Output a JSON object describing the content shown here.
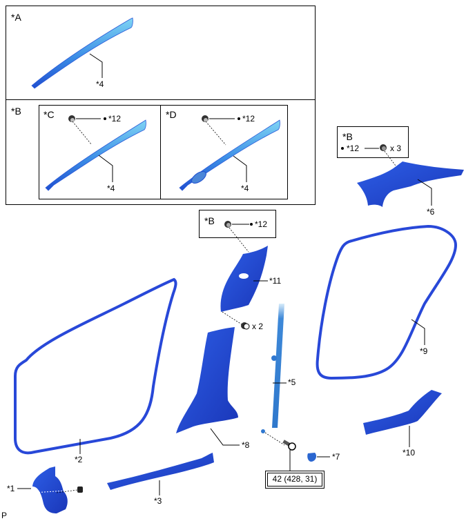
{
  "colors": {
    "part_dark": "#1f3fc8",
    "part_mid": "#2a5ae0",
    "part_light": "#6cc8f0",
    "line": "#000000"
  },
  "top_panel": {
    "section_a": {
      "label": "*A",
      "part_label": "*4"
    },
    "section_b": {
      "label": "*B",
      "sub_c": {
        "label": "*C",
        "clip_label": "*12",
        "part_label": "*4"
      },
      "sub_d": {
        "label": "*D",
        "clip_label": "*12",
        "part_label": "*4"
      }
    }
  },
  "callouts": {
    "part_6_box": {
      "label": "*B",
      "clip_label": "*12",
      "qty": "x 3"
    },
    "part_6": "*6",
    "part_11_box": {
      "label": "*B",
      "clip_label": "*12"
    },
    "part_11": "*11",
    "part_11_clip_qty": "x 2",
    "part_9": "*9",
    "part_2": "*2",
    "part_5": "*5",
    "part_8": "*8",
    "part_7": "*7",
    "part_10": "*10",
    "part_1": "*1",
    "part_3": "*3",
    "torque_spec": "42 (428, 31)"
  },
  "footer": {
    "page_marker": "P"
  }
}
